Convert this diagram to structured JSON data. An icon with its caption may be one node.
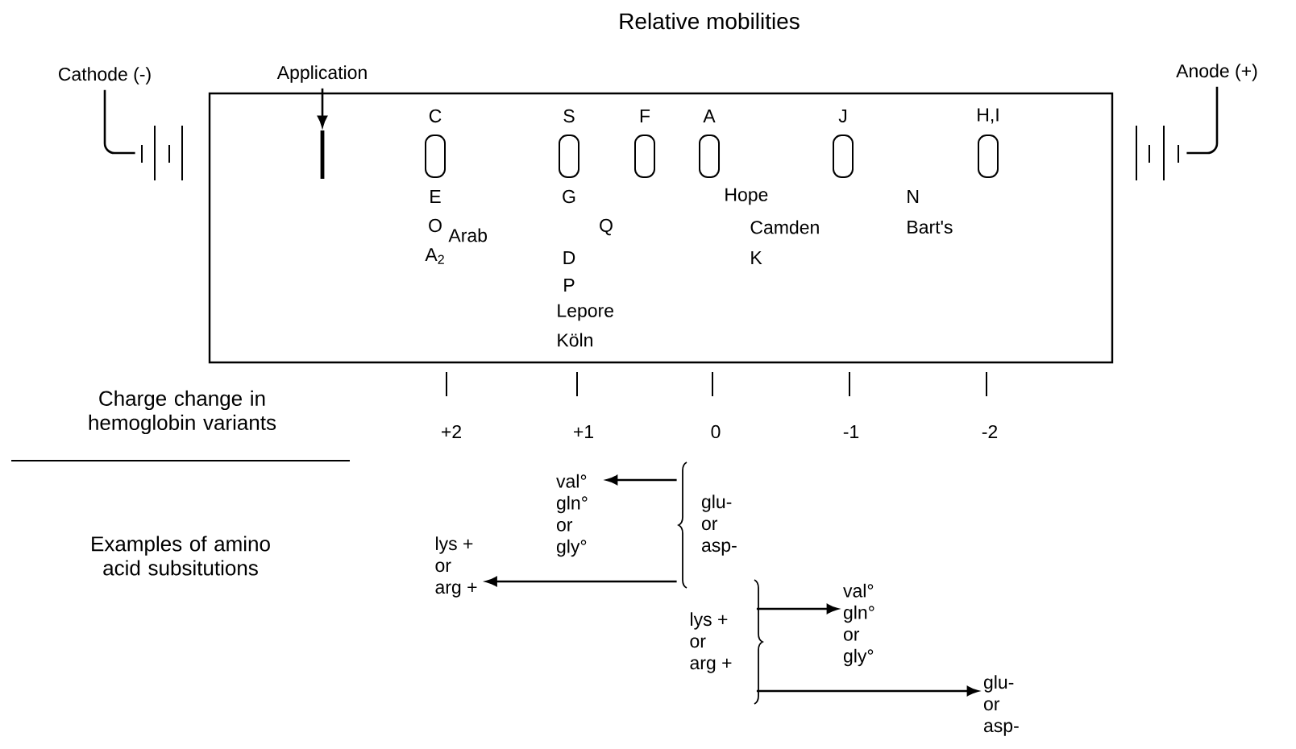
{
  "diagram": {
    "title": "Relative mobilities",
    "nodes": [
      {
        "text": [
          "Cathode (-)"
        ]
      },
      {
        "text": [],
        "shape": "picture"
      },
      {
        "text": [
          "Application"
        ]
      },
      {
        "text": [],
        "shape": "box"
      },
      {
        "text": [],
        "shape": "bar",
        "in": 3
      },
      {
        "text": [
          "Anode (+)"
        ]
      },
      {
        "text": [],
        "shape": "picture"
      },
      {
        "text": [
          "val° gln° or gly°"
        ]
      },
      {
        "text": [
          "glu- or asp-"
        ]
      },
      {
        "text": [
          "lys + or arg +"
        ]
      },
      {
        "text": [
          "lys + or arg +"
        ]
      },
      {
        "text": [
          "val° gln° or gly°"
        ]
      },
      {
        "text": [
          "glu- or asp-"
        ]
      }
    ],
    "edges": [
      {
        "from": 0,
        "to": 1,
        "arrow": "none"
      },
      {
        "from": 2,
        "to": 4,
        "arrow": "to"
      },
      {
        "from": 5,
        "to": 6,
        "arrow": "none"
      },
      {
        "from": 8,
        "to": 7,
        "arrow": "to"
      },
      {
        "from": 8,
        "to": 9,
        "arrow": "to"
      },
      {
        "from": 10,
        "to": 11,
        "arrow": "to"
      },
      {
        "from": 10,
        "to": 12,
        "arrow": "to"
      }
    ],
    "labels": [
      "C",
      "S",
      "F",
      "A",
      "J",
      "H,I",
      "E",
      "G",
      "Hope",
      "N",
      "O",
      "Arab",
      "Q",
      "Camden",
      "Bart's",
      "A$_{2}$",
      "D",
      "K",
      "P",
      "Lepore",
      "Köln",
      "Charge change in hemoglobin variants",
      "+2",
      "+1",
      "0",
      "-1",
      "-2",
      "Examples of amino acid subsitutions"
    ]
  }
}
